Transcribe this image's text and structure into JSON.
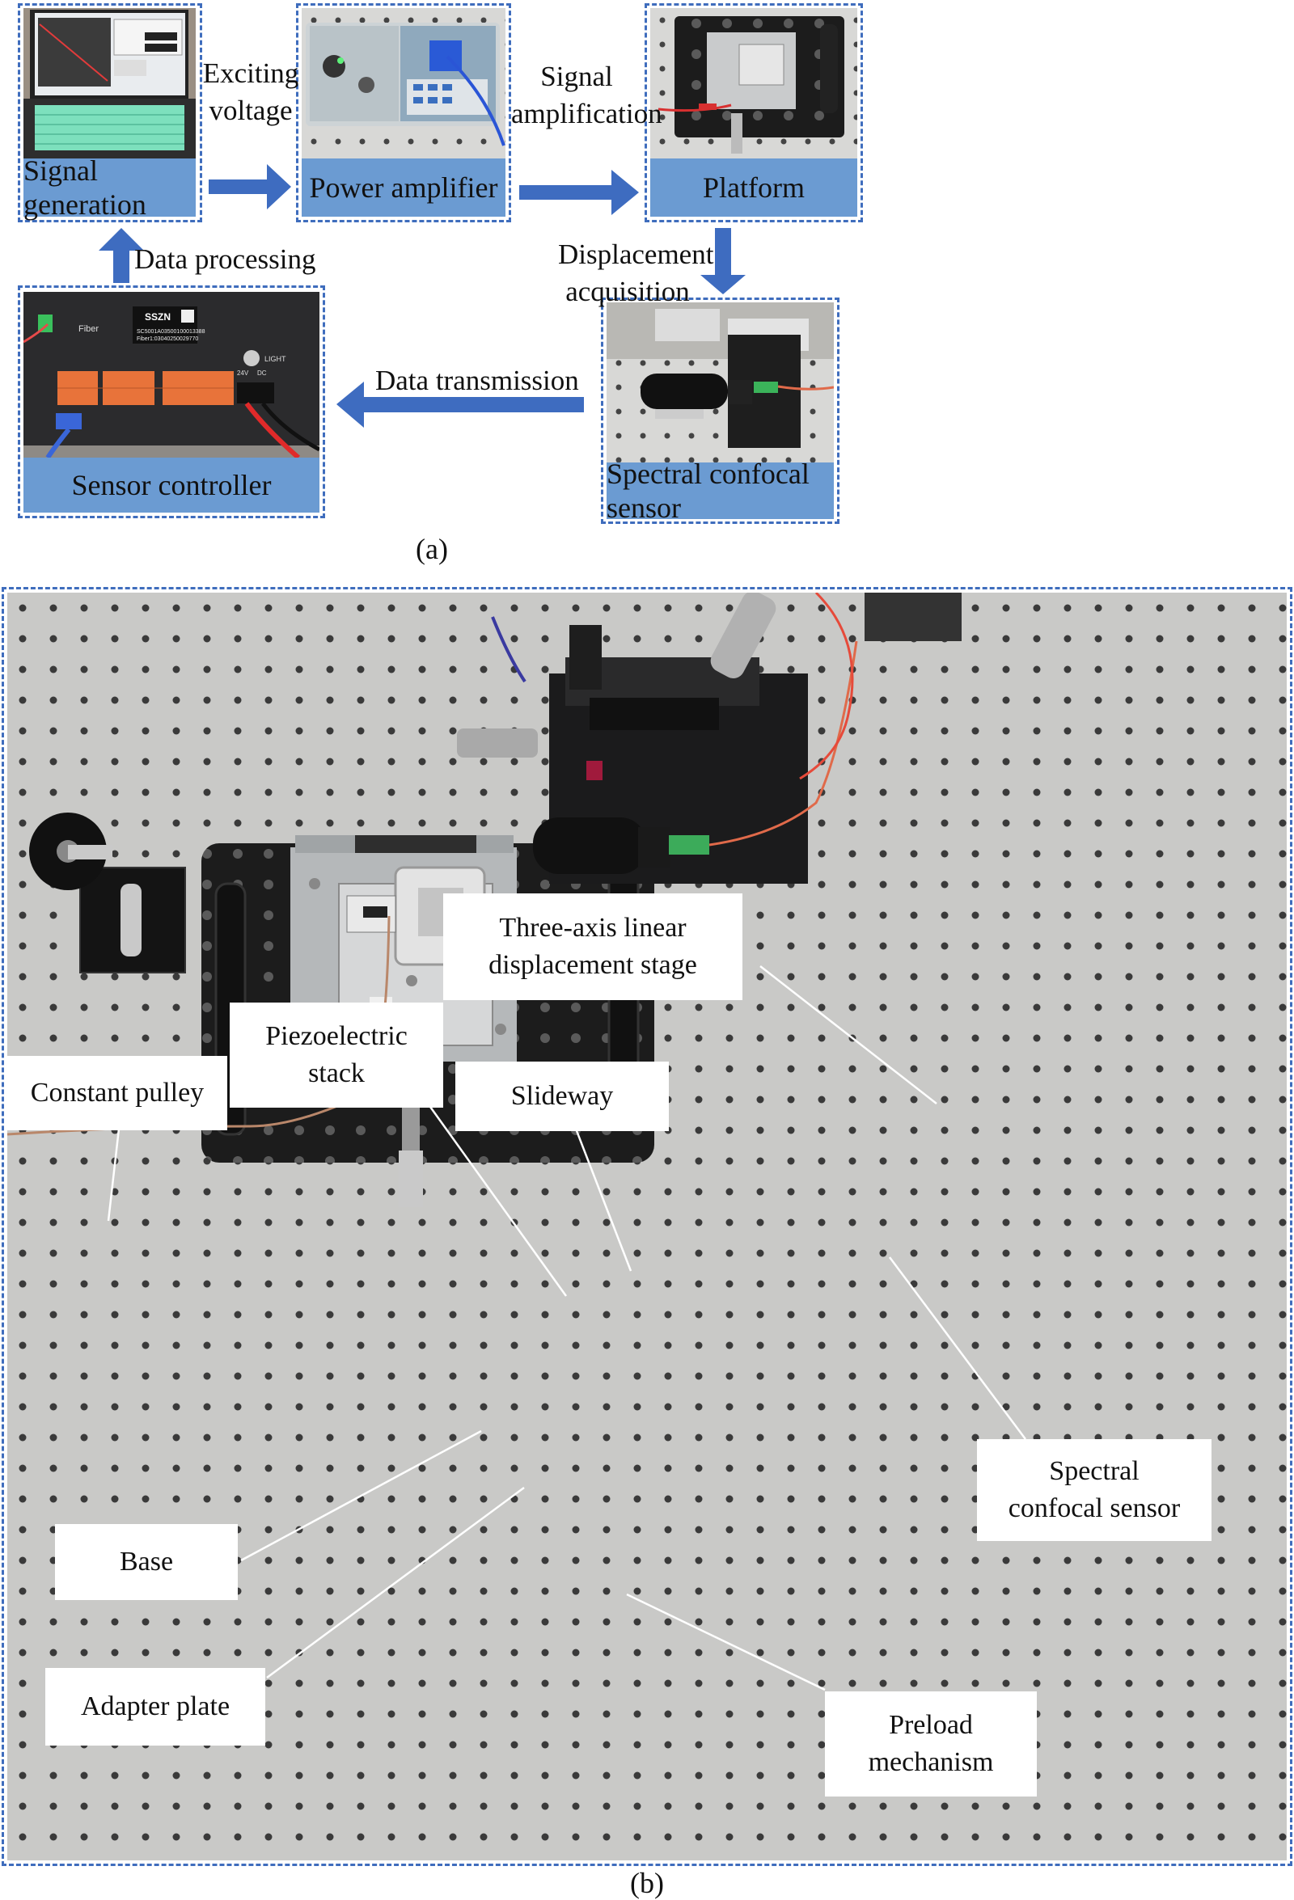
{
  "panel_a": {
    "caption": "(a)",
    "modules": {
      "signal_generation": "Signal generation",
      "power_amplifier": "Power amplifier",
      "platform": "Platform",
      "sensor_controller": "Sensor controller",
      "spectral_confocal_sensor": "Spectral confocal sensor"
    },
    "arrows": {
      "exciting_voltage": [
        "Exciting",
        "voltage"
      ],
      "signal_amplification": [
        "Signal",
        "amplification"
      ],
      "displacement_acquisition": [
        "Displacement",
        "acquisition"
      ],
      "data_transmission": "Data transmission",
      "data_processing": "Data processing"
    },
    "photo_text": {
      "controller_brand": "SSZN",
      "controller_serial_1": "SC5001A03500100013388",
      "controller_serial_2": "Fiber1:03040250029770",
      "fiber": "Fiber",
      "light": "LIGHT",
      "v24": "24V",
      "dc": "DC"
    }
  },
  "panel_b": {
    "caption": "(b)",
    "labels": {
      "three_axis": [
        "Three-axis linear",
        "displacement stage"
      ],
      "piezo": [
        "Piezoelectric",
        "stack"
      ],
      "constant_pulley": "Constant pulley",
      "slideway": "Slideway",
      "spectral_sensor": [
        "Spectral",
        "confocal sensor"
      ],
      "base": "Base",
      "adapter_plate": "Adapter plate",
      "preload": [
        "Preload",
        "mechanism"
      ]
    }
  },
  "colors": {
    "accent_blue": "#3f6dbd",
    "label_bar_blue": "#6b9bd2",
    "arrow_blue": "#3e6cc0"
  }
}
